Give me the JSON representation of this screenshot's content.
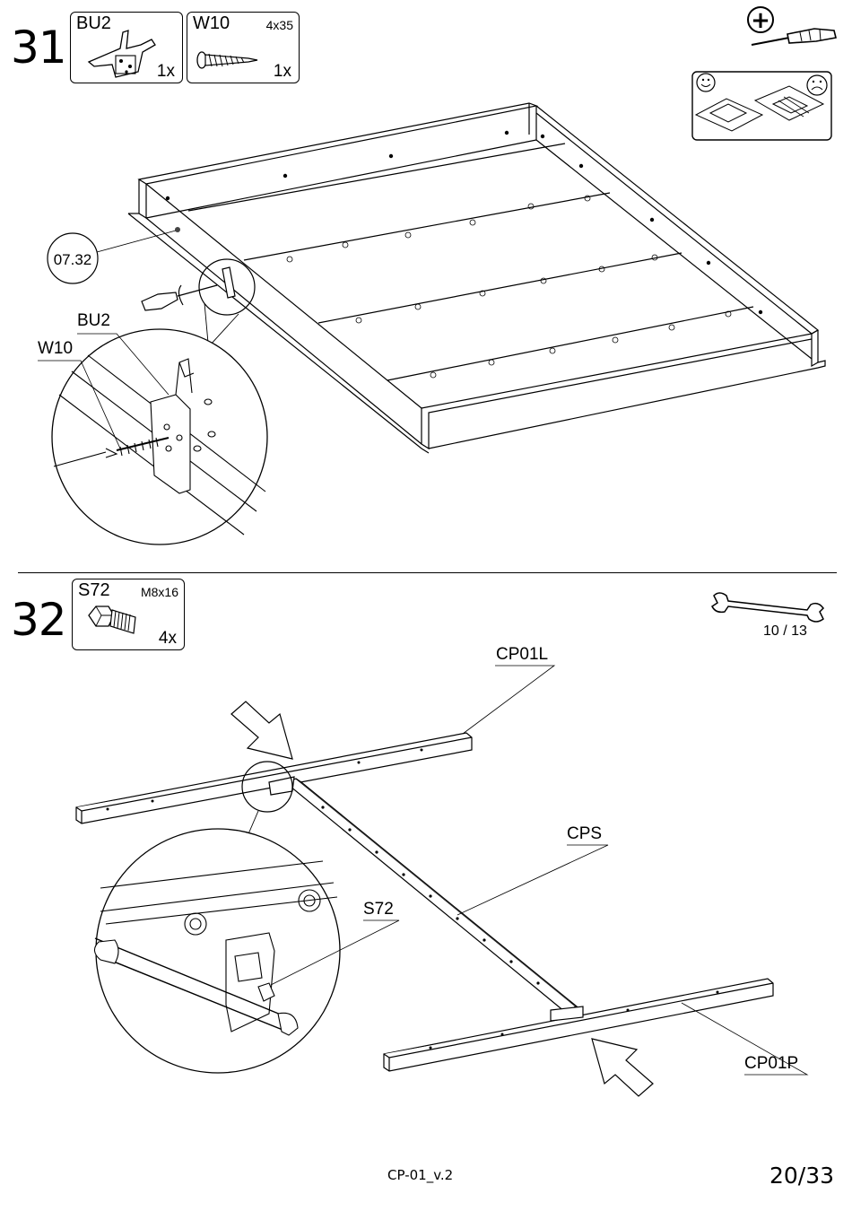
{
  "step31": {
    "number": "31",
    "parts": [
      {
        "code": "BU2",
        "size": "",
        "qty": "1x",
        "icon": "bracket-icon"
      },
      {
        "code": "W10",
        "size": "4x35",
        "qty": "1x",
        "icon": "screw-icon"
      }
    ],
    "tool": "phillips-screwdriver-icon",
    "tool_badge": "+",
    "callouts": {
      "ref": "07.32",
      "bracket": "BU2",
      "screw": "W10"
    }
  },
  "step32": {
    "number": "32",
    "parts": [
      {
        "code": "S72",
        "size": "M8x16",
        "qty": "4x",
        "icon": "bolt-icon"
      }
    ],
    "tool": "wrench-icon",
    "wrench_size": "10 / 13",
    "callouts": {
      "left_rail": "CP01L",
      "center_beam": "CPS",
      "bolt": "S72",
      "right_rail": "CP01P"
    }
  },
  "footer": {
    "doc_id": "CP-01_v.2",
    "page": "20/33"
  }
}
